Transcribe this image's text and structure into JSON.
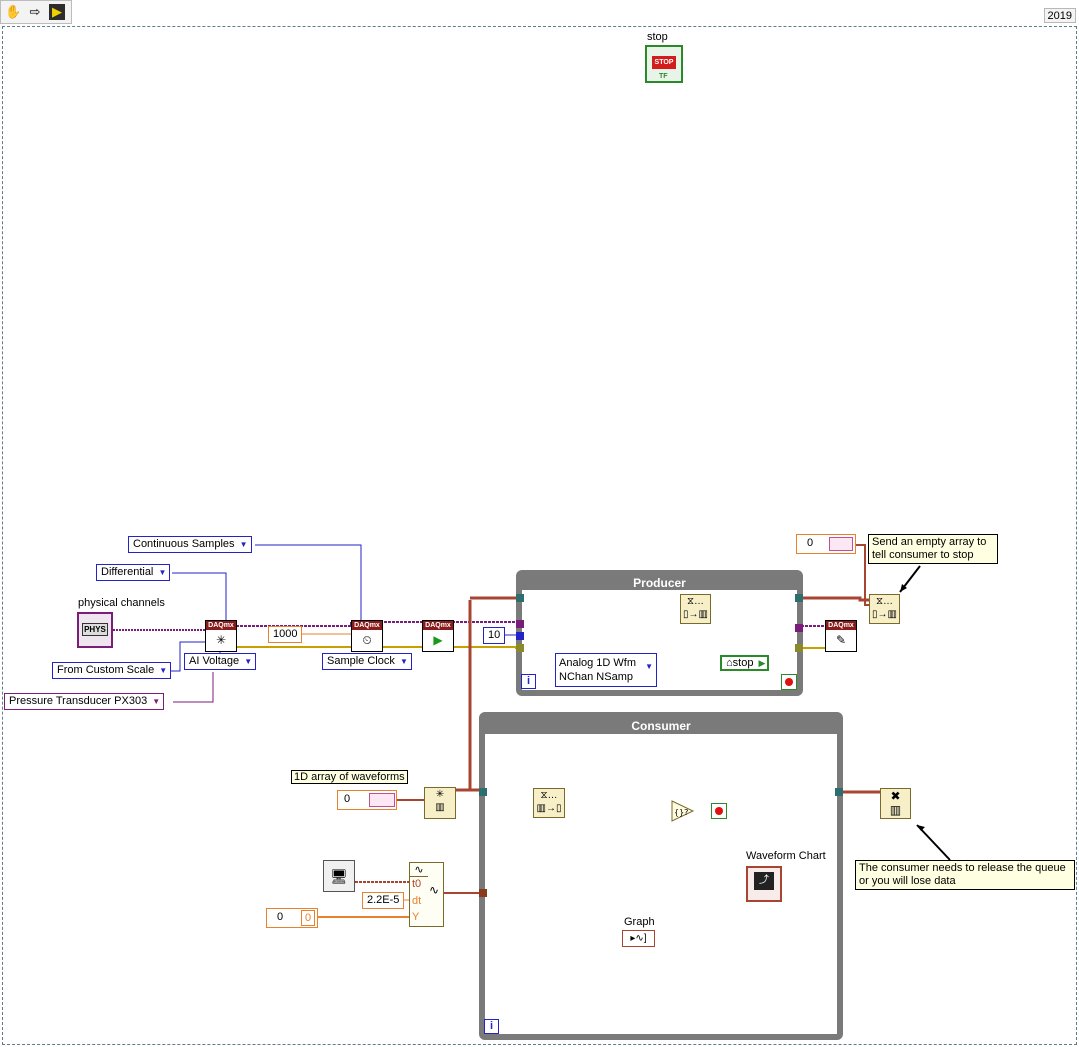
{
  "toolbar": {
    "icons": [
      "hand-icon",
      "arrow-icon",
      "run-icon"
    ]
  },
  "version": "2019",
  "stop_control": {
    "label": "stop",
    "text": "STOP",
    "tf": "TF"
  },
  "inputs": {
    "continuous_samples": "Continuous Samples",
    "differential": "Differential",
    "physical_channels_label": "physical channels",
    "phys_text": "PHYS",
    "from_custom_scale": "From Custom Scale",
    "ai_voltage": "AI Voltage",
    "pressure_transducer": "Pressure Transducer PX303",
    "rate_1000": "1000",
    "sample_clock": "Sample Clock",
    "daq_header": "DAQmx"
  },
  "producer": {
    "title": "Producer",
    "count_10": "10",
    "read_mode_line1": "Analog 1D Wfm",
    "read_mode_line2": "NChan NSamp",
    "stop_local": "stop",
    "iteration": "i"
  },
  "consumer": {
    "title": "Consumer",
    "iteration": "i",
    "graph_label": "Graph",
    "chart_label": "Waveform Chart"
  },
  "left": {
    "array_label": "1D array of waveforms",
    "array_index": "0",
    "wfm_t0": "t0",
    "wfm_dt": "dt",
    "wfm_y": "Y",
    "dt_value": "2.2E-5",
    "y_index": "0",
    "y_value": "0"
  },
  "top_right": {
    "empty_index": "0",
    "note_empty": "Send an empty array to tell consumer to stop",
    "note_release": "The consumer needs to release the queue or you will lose data"
  },
  "colors": {
    "frame": "#5d7c8c",
    "struct": "#7a7a7a",
    "daq": "#8a1b1b",
    "error_wire": "#c8a000",
    "task_wire": "#2d6f6f",
    "queue_wire": "#a84432",
    "enum_blue": "#2323c8",
    "dbl_orange": "#e8822e",
    "phys_purple": "#7a1d7a"
  }
}
